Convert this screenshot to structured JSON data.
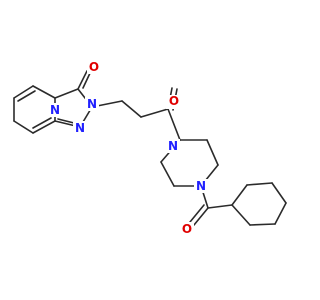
{
  "structure": {
    "atoms": [
      {
        "id": "O_triazolone",
        "element": "O"
      },
      {
        "id": "N_bridge",
        "element": "N"
      },
      {
        "id": "N_2",
        "element": "N"
      },
      {
        "id": "N_ring",
        "element": "N"
      },
      {
        "id": "O_amide1",
        "element": "O"
      },
      {
        "id": "N_pip1",
        "element": "N"
      },
      {
        "id": "N_pip4",
        "element": "N"
      },
      {
        "id": "O_amide2",
        "element": "O"
      }
    ],
    "colors": {
      "oxygen": "#e00000",
      "nitrogen": "#2020ff",
      "bond": "#2b2b2b"
    }
  }
}
